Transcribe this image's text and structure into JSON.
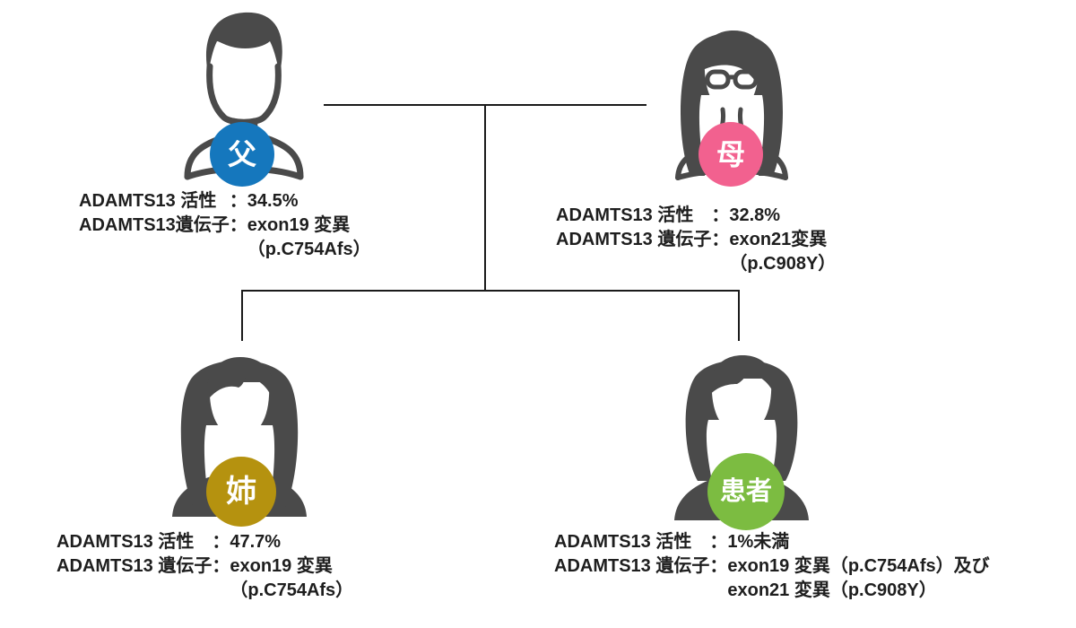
{
  "ui": {
    "colon": "：",
    "background_color": "#ffffff",
    "line_color": "#1a1a1a",
    "text_color": "#1e1e1e",
    "avatar_color": "#4a4a4a"
  },
  "persons": [
    {
      "id": "father",
      "badge": {
        "label": "父",
        "color": "#1577bd"
      },
      "rows": [
        {
          "label": "ADAMTS13 活性",
          "value": [
            "34.5%"
          ]
        },
        {
          "label": "ADAMTS13遺伝子",
          "value": [
            "exon19 変異",
            "（p.C754Afs）"
          ]
        }
      ]
    },
    {
      "id": "mother",
      "badge": {
        "label": "母",
        "color": "#f2618f"
      },
      "rows": [
        {
          "label": "ADAMTS13 活性",
          "value": [
            "32.8%"
          ]
        },
        {
          "label": "ADAMTS13 遺伝子",
          "value": [
            "exon21変異",
            "（p.C908Y）"
          ]
        }
      ]
    },
    {
      "id": "sister",
      "badge": {
        "label": "姉",
        "color": "#b5920f"
      },
      "rows": [
        {
          "label": "ADAMTS13 活性",
          "value": [
            "47.7%"
          ]
        },
        {
          "label": "ADAMTS13 遺伝子",
          "value": [
            "exon19 変異",
            "（p.C754Afs）"
          ]
        }
      ]
    },
    {
      "id": "patient",
      "badge": {
        "label": "患者",
        "color": "#7cbc41"
      },
      "rows": [
        {
          "label": "ADAMTS13 活性",
          "value": [
            "1%未満"
          ]
        },
        {
          "label": "ADAMTS13 遺伝子",
          "value": [
            "exon19 変異（p.C754Afs）及び",
            "exon21 変異（p.C908Y）"
          ]
        }
      ]
    }
  ]
}
